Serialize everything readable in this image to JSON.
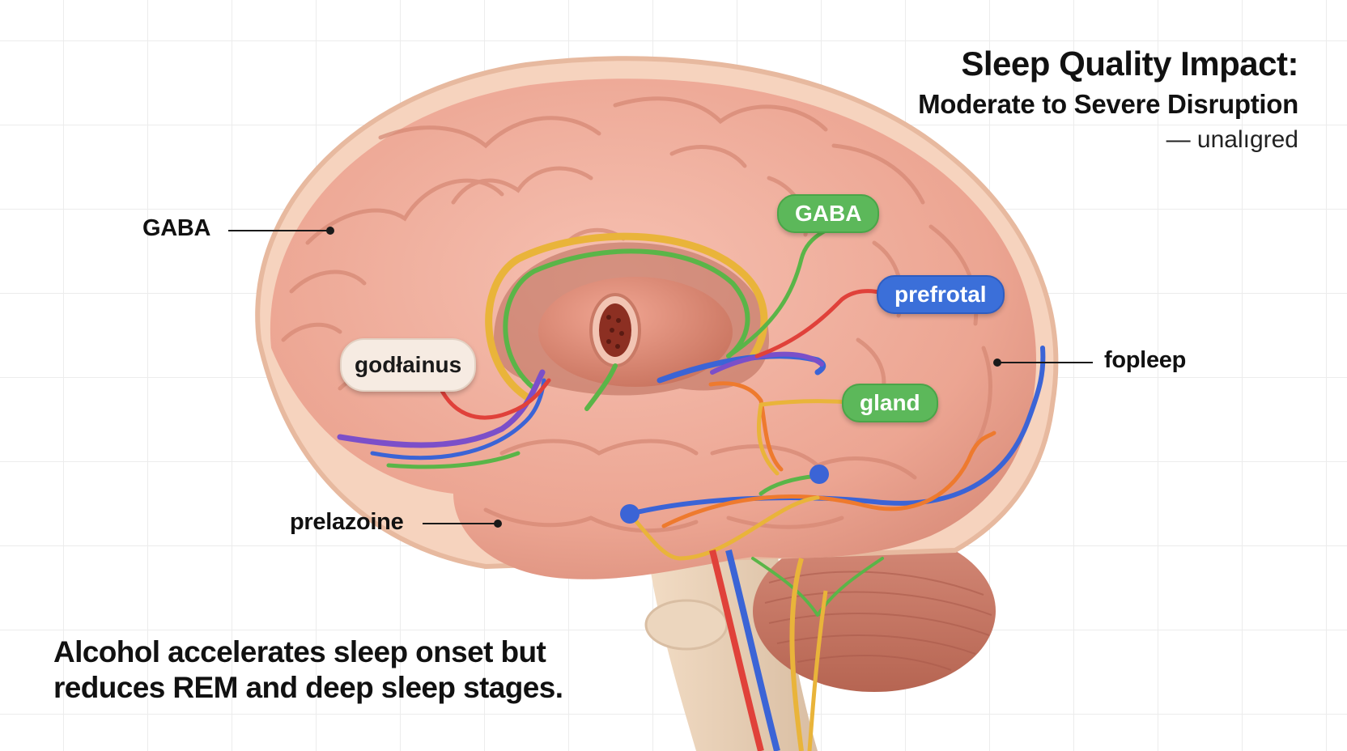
{
  "title": {
    "main": "Sleep Quality Impact:",
    "sub": "Moderate to Severe Disruption",
    "tag": "— unalıgred"
  },
  "labels": {
    "gaba_left": "GABA",
    "prelazoine": "prelazoine",
    "fopleep": "fopleep",
    "gaba_pill": "GABA",
    "prefrotal_pill": "prefrotal",
    "gland_pill": "gland",
    "godlainus_pill": "godłainus"
  },
  "caption": {
    "line1": "Alcohol accelerates sleep onset but",
    "line2": "reduces REM and deep sleep stages."
  },
  "colors": {
    "brain": "#eeaa98",
    "brain_dark": "#d98f7c",
    "pathway_red": "#e0413a",
    "pathway_blue": "#3b64d6",
    "pathway_green": "#5ab548",
    "pathway_yellow": "#e9b43a",
    "pathway_orange": "#ee7a2e",
    "pathway_purple": "#7b4fc9",
    "pill_green": "#5cb85a",
    "pill_blue": "#3b6fd9",
    "pill_cream": "#f6ebe2"
  }
}
